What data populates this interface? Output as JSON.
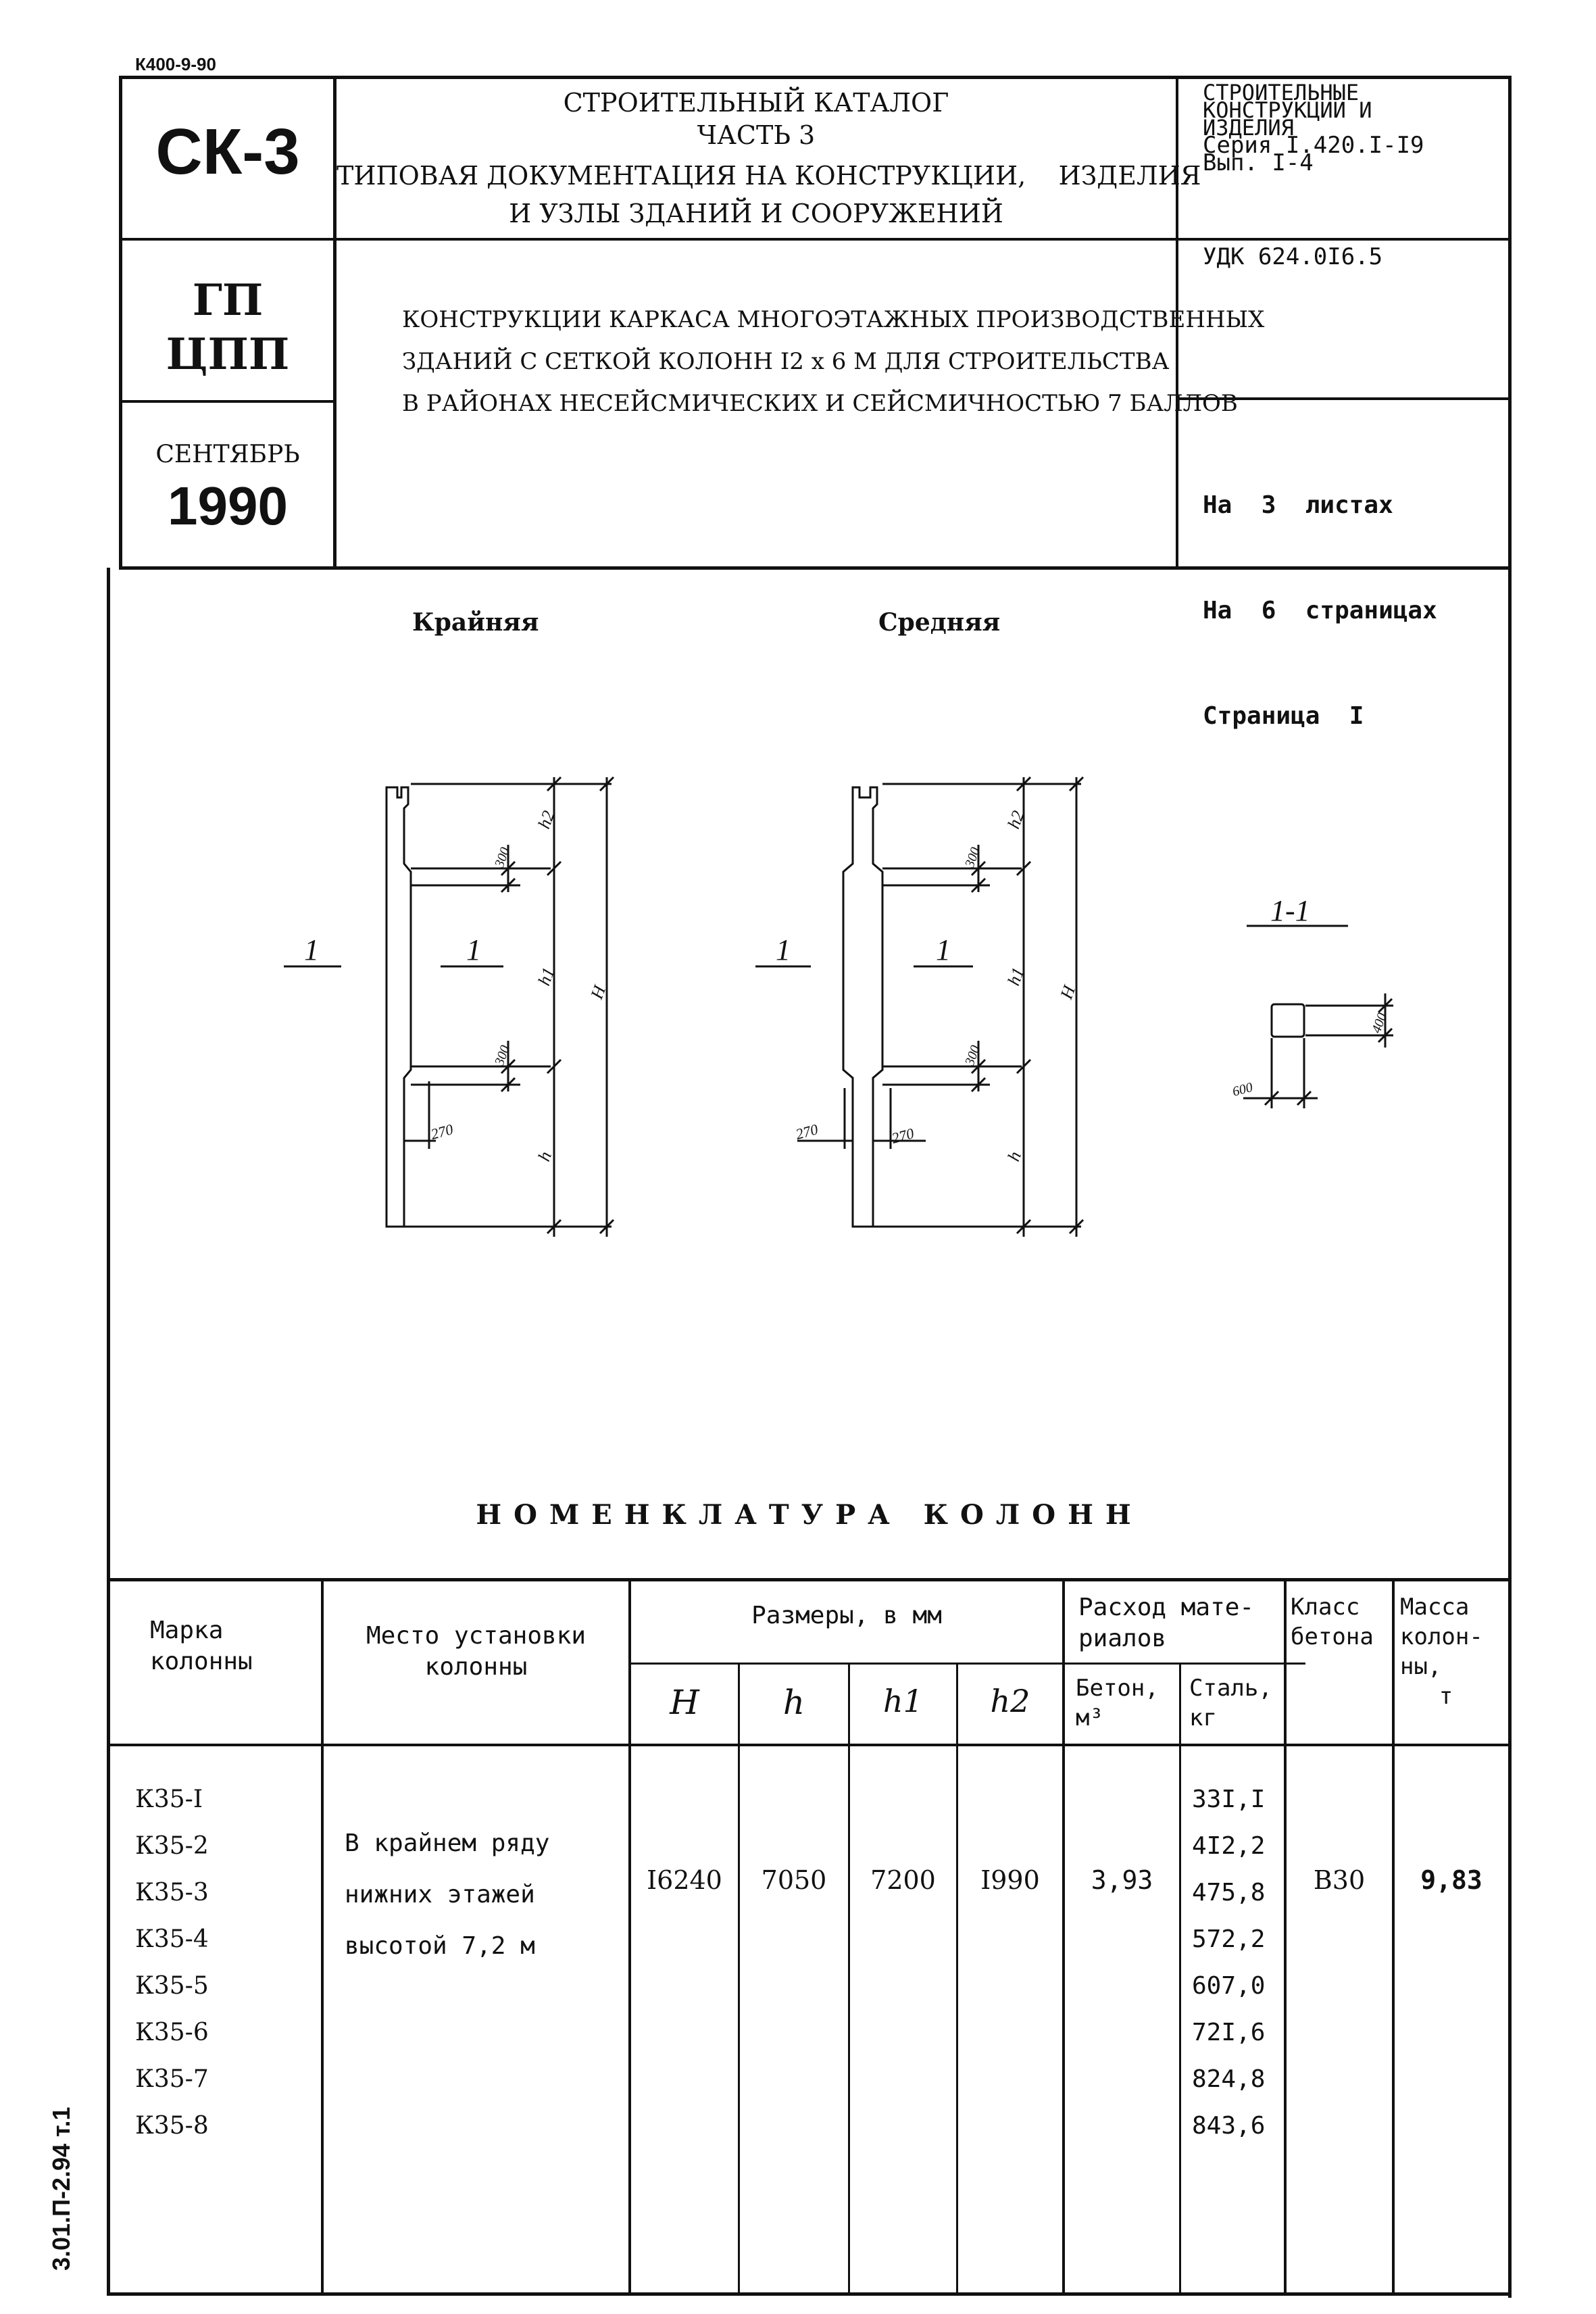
{
  "top_code": "К400-9-90",
  "side_code": "3.01.П-2.94 т.1",
  "stamp": {
    "code": "СК-3",
    "org_line1": "ГП",
    "org_line2": "ЦПП",
    "month": "СЕНТЯБРЬ",
    "year": "1990"
  },
  "header": {
    "line1": "СТРОИТЕЛЬНЫЙ КАТАЛОГ",
    "line2": "ЧАСТЬ 3",
    "line3": "ТИПОВАЯ ДОКУМЕНТАЦИЯ НА КОНСТРУКЦИИ,    ИЗДЕЛИЯ",
    "line4": "И УЗЛЫ ЗДАНИЙ И СООРУЖЕНИЙ"
  },
  "right_block": {
    "line1": "СТРОИТЕЛЬНЫЕ",
    "line2": "КОНСТРУКЦИИ И",
    "line3": "ИЗДЕЛИЯ",
    "line4": "Серия I.420.I-I9",
    "line5": "Вып. I-4",
    "udk": "УДК 624.0I6.5",
    "sheets": "На  3  листах",
    "pages": "На  6  страницах",
    "page": "Страница  I"
  },
  "title": {
    "line1": "КОНСТРУКЦИИ КАРКАСА МНОГОЭТАЖНЫХ ПРОИЗВОДСТВЕННЫХ",
    "line2": "ЗДАНИЙ С СЕТКОЙ КОЛОНН I2 х 6 М ДЛЯ СТРОИТЕЛЬСТВА",
    "line3": "В РАЙОНАХ НЕСЕЙСМИЧЕСКИХ И СЕЙСМИЧНОСТЬЮ 7 БАЛЛОВ"
  },
  "drawing": {
    "label_edge": "Крайняя",
    "label_middle": "Средняя",
    "section_mark": "1",
    "section_label": "1-1",
    "dim_H": "H",
    "dim_h": "h",
    "dim_h1": "h1",
    "dim_h2": "h2",
    "dim_300": "300",
    "dim_270": "270",
    "dim_400": "400",
    "dim_600": "600"
  },
  "table": {
    "title": "НОМЕНКЛАТУРА КОЛОНН",
    "col_mark_1": "Марка",
    "col_mark_2": "колонны",
    "col_place_1": "Место установки",
    "col_place_2": "колонны",
    "col_sizes": "Размеры, в мм",
    "col_H": "H",
    "col_h": "h",
    "col_h1": "h1",
    "col_h2": "h2",
    "col_rate_1": "Расход мате-",
    "col_rate_2": "риалов",
    "col_concrete_1": "Бетон,",
    "col_concrete_2": "м³",
    "col_steel_1": "Сталь,",
    "col_steel_2": "кг",
    "col_class_1": "Класс",
    "col_class_2": "бетона",
    "col_mass_1": "Масса",
    "col_mass_2": "колон-",
    "col_mass_3": "ны,",
    "col_mass_4": "т",
    "marks": [
      "К35-I",
      "К35-2",
      "К35-3",
      "К35-4",
      "К35-5",
      "К35-6",
      "К35-7",
      "К35-8"
    ],
    "place_1": "В крайнем ряду",
    "place_2": "нижних этажей",
    "place_3": "высотой 7,2 м",
    "H": "I6240",
    "h": "7050",
    "h1": "7200",
    "h2": "I990",
    "concrete": "3,93",
    "steel": [
      "33I,I",
      "4I2,2",
      "475,8",
      "572,2",
      "607,0",
      "72I,6",
      "824,8",
      "843,6"
    ],
    "class": "В30",
    "mass": "9,83"
  }
}
